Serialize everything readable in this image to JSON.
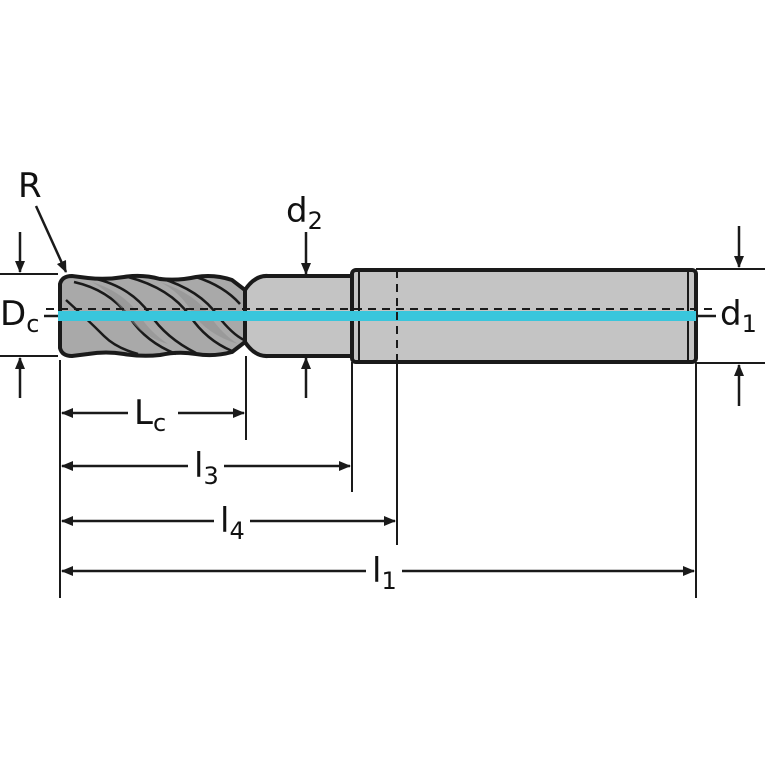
{
  "labels": {
    "R": "R",
    "Dc": {
      "base": "D",
      "sub": "c"
    },
    "d2": {
      "base": "d",
      "sub": "2"
    },
    "d1": {
      "base": "d",
      "sub": "1"
    },
    "Lc": {
      "base": "L",
      "sub": "c"
    },
    "l3": {
      "base": "l",
      "sub": "3"
    },
    "l4": {
      "base": "l",
      "sub": "4"
    },
    "l1": {
      "base": "l",
      "sub": "1"
    }
  },
  "colors": {
    "body": "#c4c4c4",
    "outline": "#1a1a1a",
    "coolant": "#39c6dc",
    "flute": "#8e8e8e"
  }
}
